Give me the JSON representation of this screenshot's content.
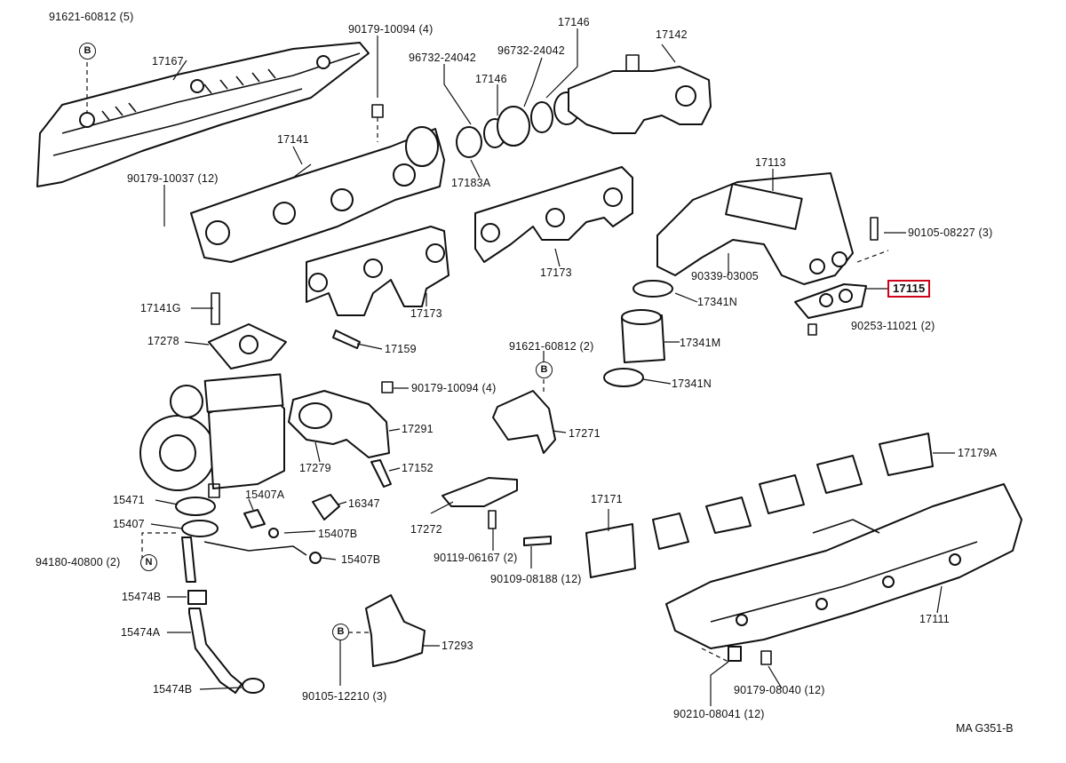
{
  "labels": {
    "p91621_60812_5": "91621-60812 (5)",
    "p17167": "17167",
    "p90179_10094_4": "90179-10094 (4)",
    "p17146_top": "17146",
    "p96732_24042_a": "96732-24042",
    "p96732_24042_b": "96732-24042",
    "p17142": "17142",
    "p17146_mid": "17146",
    "p17141": "17141",
    "p90179_10037_12": "90179-10037 (12)",
    "p17183A": "17183A",
    "p17113": "17113",
    "p90105_08227_3": "90105-08227 (3)",
    "p17173_a": "17173",
    "p17173_b": "17173",
    "p90339_03005": "90339-03005",
    "p17115": "17115",
    "p17341N_a": "17341N",
    "p90253_11021_2": "90253-11021 (2)",
    "p17141G": "17141G",
    "p17341M": "17341M",
    "p17278": "17278",
    "p17159": "17159",
    "p91621_60812_2": "91621-60812 (2)",
    "p17341N_b": "17341N",
    "p90179_10094_4b": "90179-10094 (4)",
    "p17291": "17291",
    "p17271": "17271",
    "p17179A": "17179A",
    "p17279": "17279",
    "p17152": "17152",
    "p15471": "15471",
    "p15407A": "15407A",
    "p16347": "16347",
    "p17171": "17171",
    "p15407": "15407",
    "p15407B_a": "15407B",
    "p17272": "17272",
    "p94180_40800_2": "94180-40800 (2)",
    "p15407B_b": "15407B",
    "p90119_06167_2": "90119-06167 (2)",
    "p90109_08188_12": "90109-08188 (12)",
    "p15474B_a": "15474B",
    "p17293": "17293",
    "p17111": "17111",
    "p15474A": "15474A",
    "p15474B_b": "15474B",
    "p90105_12210_3": "90105-12210 (3)",
    "p90179_08040_12": "90179-08040 (12)",
    "p90210_08041_12": "90210-08041 (12)",
    "ref_code": "MA G351-B"
  },
  "markers": {
    "b1": "B",
    "b2": "B",
    "b3": "B",
    "n1": "N"
  },
  "colors": {
    "highlight": "#d0021b",
    "ink": "#111111"
  }
}
